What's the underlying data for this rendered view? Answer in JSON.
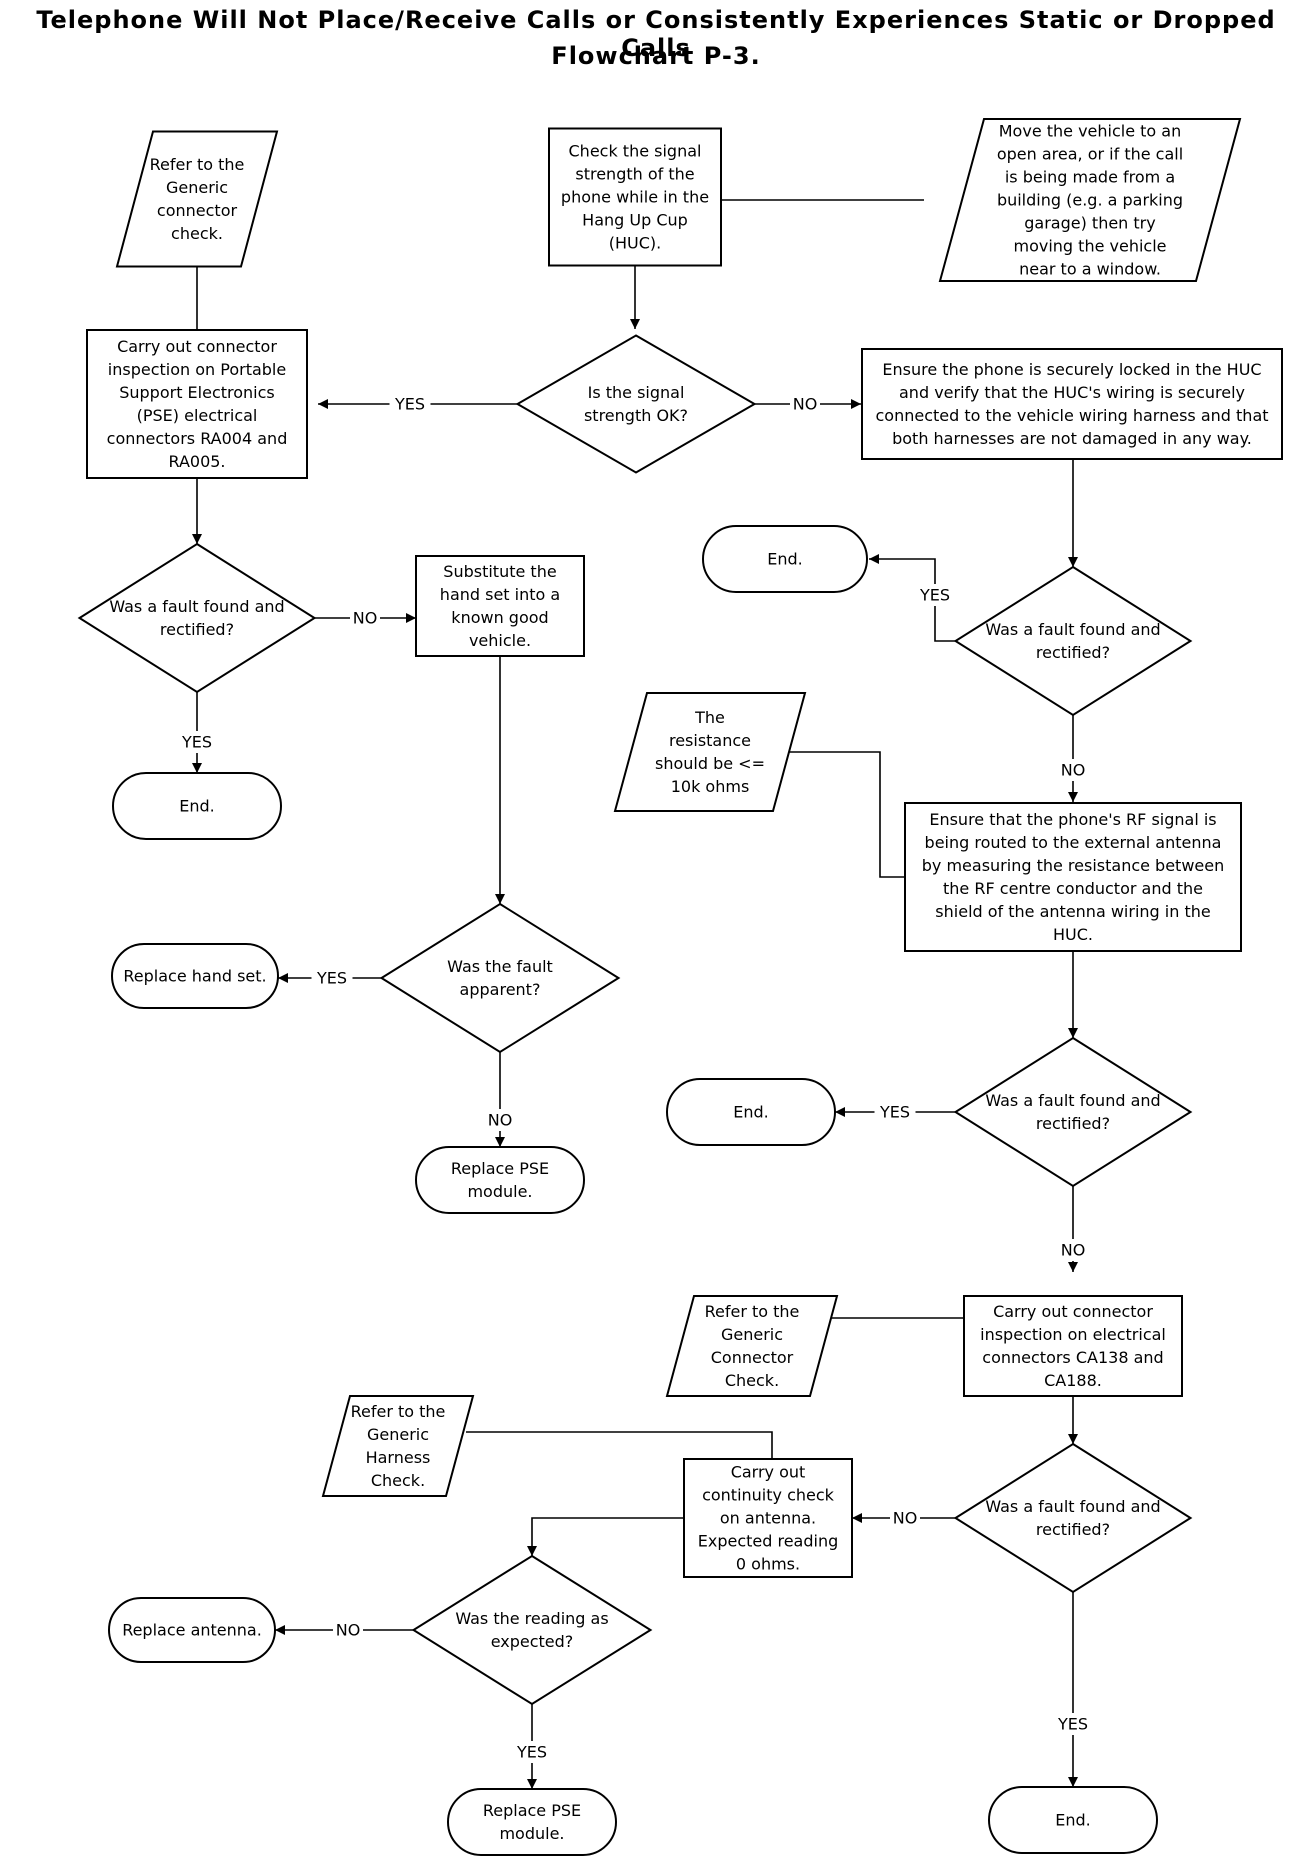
{
  "title": {
    "line1": "Telephone Will Not Place/Receive Calls or Consistently Experiences Static or Dropped Calls",
    "line2": "Flowchart P-3."
  },
  "nodes": {
    "check_signal": [
      "Check the signal",
      "strength of the",
      "phone while in the",
      "Hang Up Cup",
      "(HUC)."
    ],
    "move_vehicle": [
      "Move the vehicle to an",
      "open area, or if the call",
      "is being made from a",
      "building (e.g. a parking",
      "garage) then try",
      "moving the vehicle",
      "near to a window."
    ],
    "refer_generic_1": [
      "Refer to the",
      "Generic",
      "connector",
      "check."
    ],
    "pse_inspection": [
      "Carry out connector",
      "inspection on Portable",
      "Support Electronics",
      "(PSE) electrical",
      "connectors RA004 and",
      "RA005."
    ],
    "signal_ok": [
      "Is the signal",
      "strength OK?"
    ],
    "ensure_locked": [
      "Ensure the phone is securely locked in the HUC",
      "and verify that the HUC's wiring is securely",
      "connected to the vehicle wiring harness and that",
      "both harnesses are not damaged in any way."
    ],
    "end_1": [
      "End."
    ],
    "fault_found_right_1": [
      "Was a fault found and",
      "rectified?"
    ],
    "fault_found_left": [
      "Was a fault found and",
      "rectified?"
    ],
    "substitute_handset": [
      "Substitute the",
      "hand set into a",
      "known good",
      "vehicle."
    ],
    "end_2": [
      "End."
    ],
    "resistance_note": [
      "The",
      "resistance",
      "should be <=",
      "10k ohms"
    ],
    "ensure_rf": [
      "Ensure that the phone's RF signal is",
      "being routed to the external antenna",
      "by measuring the resistance between",
      "the RF centre conductor and the",
      "shield of the antenna wiring in the",
      "HUC."
    ],
    "replace_handset": [
      "Replace hand set."
    ],
    "fault_apparent": [
      "Was the fault",
      "apparent?"
    ],
    "end_3": [
      "End."
    ],
    "fault_found_right_2": [
      "Was a fault found and",
      "rectified?"
    ],
    "replace_pse_1": [
      "Replace PSE",
      "module."
    ],
    "refer_generic_2": [
      "Refer to the",
      "Generic",
      "Connector",
      "Check."
    ],
    "ca_inspection": [
      "Carry out connector",
      "inspection on electrical",
      "connectors CA138 and",
      "CA188."
    ],
    "refer_harness": [
      "Refer to the",
      "Generic",
      "Harness",
      "Check."
    ],
    "continuity_check": [
      "Carry out",
      "continuity check",
      "on antenna.",
      "Expected reading",
      "0 ohms."
    ],
    "fault_found_right_3": [
      "Was a fault found and",
      "rectified?"
    ],
    "replace_antenna": [
      "Replace antenna."
    ],
    "reading_expected": [
      "Was the reading as",
      "expected?"
    ],
    "replace_pse_2": [
      "Replace PSE",
      "module."
    ],
    "end_4": [
      "End."
    ]
  },
  "edge_labels": {
    "signal_yes": "YES",
    "signal_no": "NO",
    "left_fault_no": "NO",
    "left_fault_yes": "YES",
    "right1_yes": "YES",
    "right1_no": "NO",
    "apparent_yes": "YES",
    "apparent_no": "NO",
    "right2_yes": "YES",
    "right2_no": "NO",
    "right3_no": "NO",
    "right3_yes": "YES",
    "reading_no": "NO",
    "reading_yes": "YES"
  }
}
